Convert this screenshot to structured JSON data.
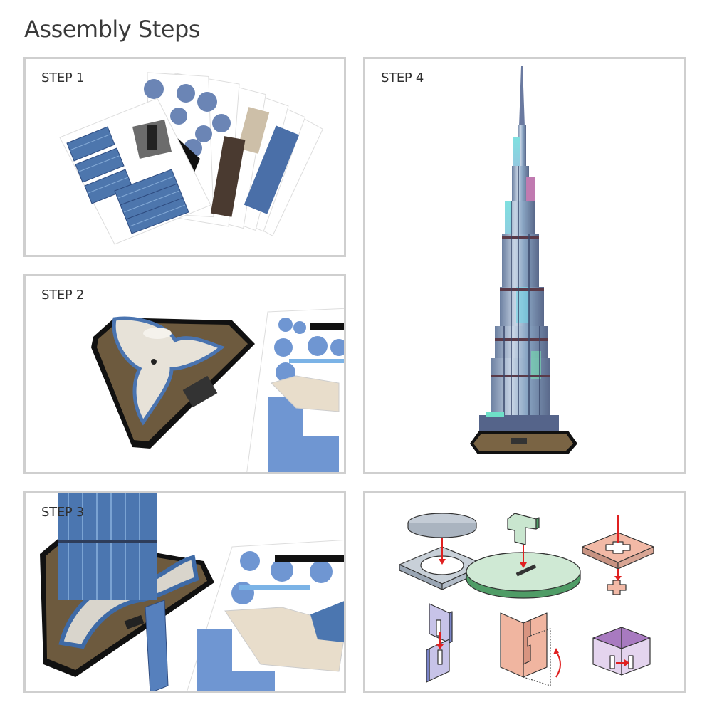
{
  "page": {
    "title": "Assembly Steps"
  },
  "steps": [
    {
      "label": "STEP 1",
      "description": "Fanned-out printed foam puzzle sheets with blue facade pieces"
    },
    {
      "label": "STEP 2",
      "description": "Trefoil-shaped base with plaza assembled on dark hexagonal platform, next to parts sheet"
    },
    {
      "label": "STEP 3",
      "description": "Lower tower sections attached to base, tower piece and parts sheet alongside"
    },
    {
      "label": "STEP 4",
      "description": "Completed illuminated Burj Khalifa model on base"
    }
  ],
  "diagram": {
    "label": "",
    "items": [
      {
        "name": "disc-into-square-hole",
        "color": "#c8d0d8"
      },
      {
        "name": "t-tab-into-disc-slot",
        "color": "#c9e6cf"
      },
      {
        "name": "cross-into-plate",
        "color": "#f2b9a6"
      },
      {
        "name": "slot-tab-interlock",
        "color": "#c7c3e8"
      },
      {
        "name": "fold-hinge",
        "color": "#f0b5a0"
      },
      {
        "name": "box-tab-lock",
        "color": "#c79bd6"
      }
    ],
    "arrow_color": "#e02020"
  }
}
